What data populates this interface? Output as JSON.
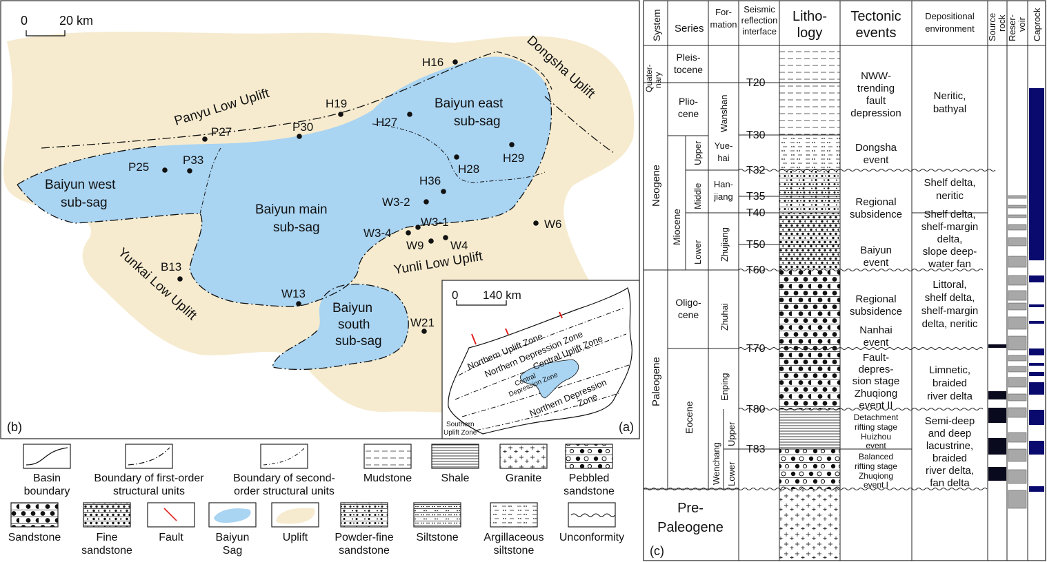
{
  "map_b": {
    "panel_label": "(b)",
    "scale": {
      "start": "0",
      "end": "20 km"
    },
    "regions": {
      "west": [
        "Baiyun west",
        "sub-sag"
      ],
      "main": [
        "Baiyun main",
        "sub-sag"
      ],
      "east": [
        "Baiyun east",
        "sub-sag"
      ],
      "south": [
        "Baiyun",
        "south",
        "sub-sag"
      ]
    },
    "uplifts": {
      "panyu": "Panyu Low Uplift",
      "dongsha": "Dongsha Uplift",
      "yunkai": "Yunkai Low Uplift",
      "yunli": "Yunli Low Uplift"
    },
    "wells": [
      "H16",
      "H19",
      "H27",
      "P27",
      "P30",
      "P25",
      "P33",
      "H28",
      "H29",
      "H36",
      "W3-2",
      "W3-1",
      "W3-4",
      "W9",
      "W4",
      "W6",
      "B13",
      "W13",
      "W21"
    ]
  },
  "map_a": {
    "panel_label": "(a)",
    "scale": {
      "start": "0",
      "end": "140 km"
    },
    "zones": {
      "northern_uplift": "Northern Uplift Zone",
      "northern_depression": "Northern Depression Zone",
      "central_uplift": "Central Uplift Zone",
      "central_depression": [
        "Central",
        "Depression Zone"
      ],
      "southern_depression": [
        "Northern Depression",
        "Zone"
      ],
      "southern_uplift": [
        "Southern",
        "Uplift Zone"
      ]
    }
  },
  "legend": {
    "row1": {
      "basin_boundary": [
        "Basin",
        "boundary"
      ],
      "first_order": [
        "Boundary of first-order",
        "structural units"
      ],
      "second_order": [
        "Boundary of second-",
        "order structural units"
      ],
      "mudstone": "Mudstone",
      "shale": "Shale",
      "granite": "Granite",
      "pebbled": [
        "Pebbled",
        "sandstone"
      ]
    },
    "row2": {
      "sandstone": "Sandstone",
      "fine": [
        "Fine",
        "sandstone"
      ],
      "fault": "Fault",
      "sag": [
        "Baiyun",
        "Sag"
      ],
      "uplift": "Uplift",
      "powder": [
        "Powder-fine",
        "sandstone"
      ],
      "siltstone": "Siltstone",
      "argillaceous": [
        "Argillaceous",
        "siltstone"
      ],
      "unconformity": "Unconformity"
    }
  },
  "column_c": {
    "panel_label": "(c)",
    "headers": {
      "system": "System",
      "series": "Series",
      "formation": [
        "For-",
        "mation"
      ],
      "seismic": [
        "Seismic",
        "reflection",
        "interface"
      ],
      "lithology": [
        "Litho-",
        "logy"
      ],
      "tectonic": [
        "Tectonic",
        "events"
      ],
      "environment": [
        "Depositional",
        "environment"
      ],
      "source": [
        "Source",
        "rock"
      ],
      "reservoir": [
        "Reser-",
        "voir"
      ],
      "caprock": "Caprock"
    },
    "systems": {
      "quaternary": [
        "Quater-",
        "nary"
      ],
      "neogene": "Neogene",
      "paleogene": "Paleogene",
      "pre_paleogene": [
        "Pre-",
        "Paleogene"
      ]
    },
    "series": {
      "pleistocene": [
        "Pleis-",
        "tocene"
      ],
      "pliocene": [
        "Plio-",
        "cene"
      ],
      "miocene": "Miocene",
      "upper": "Upper",
      "middle": "Middle",
      "lower": "Lower",
      "oligocene": [
        "Oligo-",
        "cene"
      ],
      "eocene": "Eocene",
      "e_upper": "Upper",
      "e_lower": "Lower"
    },
    "formations": {
      "wanshan": "Wanshan",
      "yuehai": [
        "Yue-",
        "hai"
      ],
      "hanjiang": [
        "Han-",
        "jiang"
      ],
      "zhujiang": "Zhujiang",
      "zhuhai": "Zhuhai",
      "enping": "Enping",
      "wenchang": "Wenchang"
    },
    "interfaces": [
      "T20",
      "T30",
      "T32",
      "T35",
      "T40",
      "T50",
      "T60",
      "T70",
      "T80",
      "T83"
    ],
    "tectonic_events": {
      "nww": [
        "NWW-",
        "trending",
        "fault",
        "depression"
      ],
      "dongsha": [
        "Dongsha",
        "event"
      ],
      "regional1": [
        "Regional",
        "subsidence"
      ],
      "baiyun": [
        "Baiyun",
        "event"
      ],
      "regional2": [
        "Regional",
        "subsidence"
      ],
      "nanhai": [
        "Nanhai",
        "event"
      ],
      "fault_dep": [
        "Fault-",
        "depres-",
        "sion stage"
      ],
      "zhuqiong2": [
        "Zhuqiong",
        "event II"
      ],
      "detach": [
        "Detachment",
        "rifting stage"
      ],
      "huizhou": [
        "Huizhou",
        "event"
      ],
      "balanced": [
        "Balanced",
        "rifting stage"
      ],
      "zhuqiong1": [
        "Zhuqiong",
        "event I"
      ]
    },
    "environments": {
      "neritic": [
        "Neritic,",
        "bathyal"
      ],
      "shelf1": [
        "Shelf delta,",
        "neritic"
      ],
      "shelf2": [
        "Shelf delta,",
        "shelf-margin",
        "delta,",
        "slope deep-",
        "water fan"
      ],
      "littoral": [
        "Littoral,",
        "shelf delta,",
        "shelf-margin",
        "delta, neritic"
      ],
      "limnetic": [
        "Limnetic,",
        "braided",
        "river delta"
      ],
      "semideep": [
        "Semi-deep",
        "and deep",
        "lacustrine,",
        "braided",
        "river delta,",
        "fan delta"
      ]
    }
  },
  "colors": {
    "sag": "#a9d4f2",
    "uplift": "#f6ebcf",
    "fault": "#e0201c",
    "caprock": "#0a0a6e",
    "reservoir": "#a8a8a8",
    "source": "#0a0a1e"
  }
}
